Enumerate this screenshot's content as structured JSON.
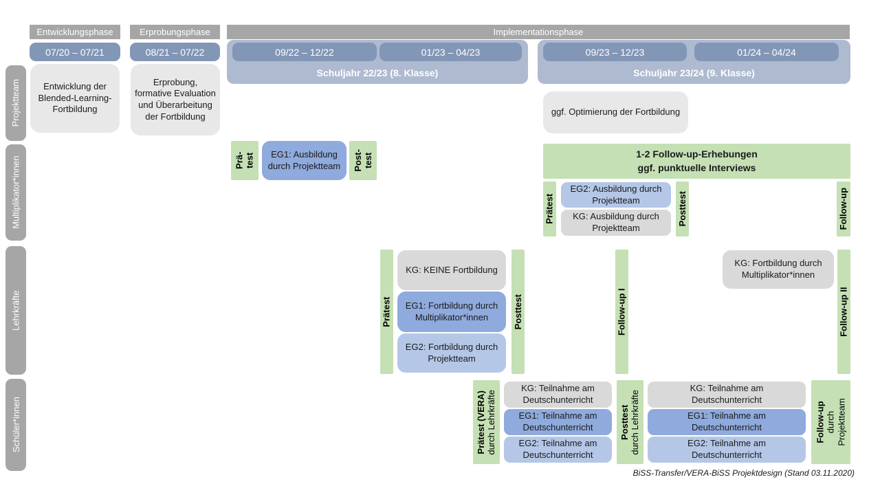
{
  "colors": {
    "phase_bar": "#a6a6a6",
    "row_label": "#a6a6a6",
    "date_box": "#8296b6",
    "school_year_box": "#aebad0",
    "project_box": "#e9e8e8",
    "kg_box": "#d9d9d9",
    "eg1_box": "#8faadc",
    "eg2_box": "#b4c7e7",
    "measure_green": "#c5e0b4"
  },
  "phases": {
    "entwicklung": {
      "label": "Entwicklungsphase",
      "date": "07/20 – 07/21"
    },
    "erprobung": {
      "label": "Erprobungsphase",
      "date": "08/21 – 07/22"
    },
    "implementation": {
      "label": "Implementationsphase",
      "school_years": [
        {
          "label": "Schuljahr 22/23 (8. Klasse)",
          "dates": [
            "09/22 – 12/22",
            "01/23 – 04/23"
          ]
        },
        {
          "label": "Schuljahr 23/24 (9. Klasse)",
          "dates": [
            "09/23 – 12/23",
            "01/24 – 04/24"
          ]
        }
      ]
    }
  },
  "row_labels": {
    "projektteam": "Projektteam",
    "multiplikatorinnen": "Multiplikator*innen",
    "lehrkraefte": "Lehrkräfte",
    "schuelerinnen": "Schüler*innen"
  },
  "projektteam": {
    "entwicklung_box": "Entwicklung der Blended-Learning-Fortbildung",
    "erprobung_box": "Erprobung, formative Evaluation und Überarbeitung der Fortbildung",
    "optimierung_box": "ggf. Optimierung der Fortbildung"
  },
  "multiplikatoren": {
    "praetest_1": {
      "line1": "Prä-",
      "line2": "test"
    },
    "eg1": "EG1: Ausbildung durch Projektteam",
    "posttest_1": {
      "line1": "Post-",
      "line2": "test"
    },
    "followup_banner": {
      "line1": "1-2 Follow-up-Erhebungen",
      "line2": "ggf. punktuelle Interviews"
    },
    "praetest_2": "Prätest",
    "eg2": "EG2: Ausbildung durch Projektteam",
    "kg": "KG: Ausbildung durch Projektteam",
    "posttest_2": "Posttest",
    "followup": "Follow-up"
  },
  "lehrkraefte": {
    "praetest": "Prätest",
    "kg": "KG: KEINE Fortbildung",
    "eg1": "EG1: Fortbildung durch Multiplikator*innen",
    "eg2": "EG2: Fortbildung durch Projektteam",
    "posttest": "Posttest",
    "followup1": "Follow-up I",
    "kg2": "KG: Fortbildung durch Multiplikator*innen",
    "followup2": "Follow-up II"
  },
  "schueler": {
    "praetest_bar": {
      "bold": "Prätest (VERA)",
      "regular": "durch Lehrkräfte"
    },
    "round1": {
      "kg": "KG: Teilnahme am Deutschunterricht",
      "eg1": "EG1: Teilnahme am Deutschunterricht",
      "eg2": "EG2: Teilnahme am Deutschunterricht"
    },
    "posttest_bar": {
      "bold": "Posttest",
      "regular": "durch Lehrkräfte"
    },
    "round2": {
      "kg": "KG: Teilnahme am Deutschunterricht",
      "eg1": "EG1: Teilnahme am Deutschunterricht",
      "eg2": "EG2: Teilnahme am Deutschunterricht"
    },
    "followup_bar": {
      "bold": "Follow-up",
      "line2": "durch",
      "line3": "Projektteam"
    }
  },
  "caption": "BiSS-Transfer/VERA-BiSS Projektdesign (Stand 03.11.2020)"
}
